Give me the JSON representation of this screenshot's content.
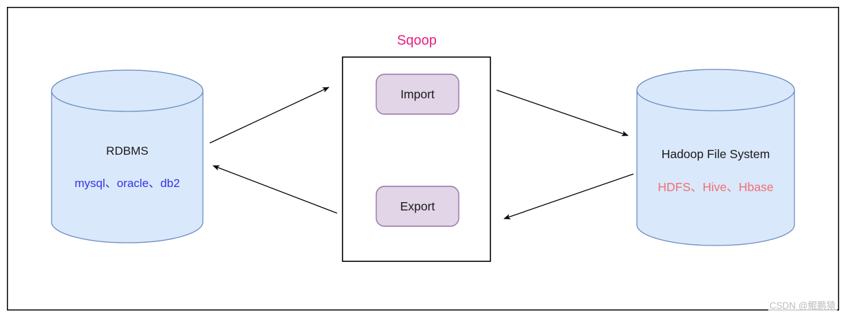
{
  "diagram": {
    "title": "Sqoop",
    "rdbms": {
      "label": "RDBMS",
      "sublabel": "mysql、oracle、db2"
    },
    "hadoop": {
      "label": "Hadoop File System",
      "sublabel": "HDFS、Hive、Hbase"
    },
    "sqoop_box": {
      "import_label": "Import",
      "export_label": "Export"
    },
    "colors": {
      "cylinder_fill": "#dae8fc",
      "cylinder_stroke": "#6c8ebf",
      "button_fill": "#e1d5e7",
      "button_stroke": "#9673a6",
      "title_color": "#e91e7c",
      "rdbms_sublabel_color": "#3333e6",
      "hadoop_sublabel_color": "#f07070",
      "arrow_color": "#000000",
      "frame_color": "#000000",
      "watermark_color": "#bcbcbc"
    },
    "watermark": "CSDN @鲲鹏猿"
  }
}
